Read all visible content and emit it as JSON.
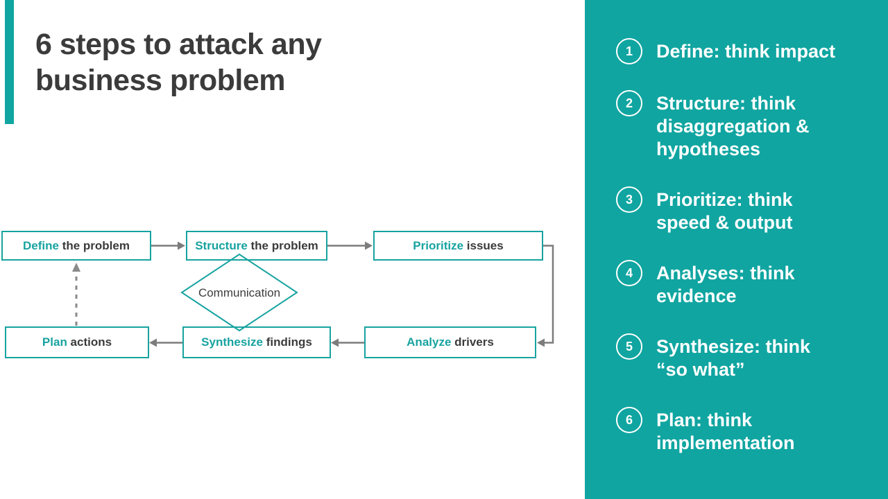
{
  "title": {
    "line1": "6 steps to attack any",
    "line2": "business problem"
  },
  "flowchart": {
    "boxes": [
      {
        "keyword": "Define",
        "rest": " the problem"
      },
      {
        "keyword": "Structure",
        "rest": " the problem"
      },
      {
        "keyword": "Prioritize",
        "rest": " issues"
      },
      {
        "keyword": "Plan",
        "rest": " actions"
      },
      {
        "keyword": "Synthesize",
        "rest": " findings"
      },
      {
        "keyword": "Analyze",
        "rest": " drivers"
      }
    ],
    "diamond_label": "Communication"
  },
  "sidebar": {
    "steps": [
      {
        "number": "1",
        "text": "Define: think impact"
      },
      {
        "number": "2",
        "text": "Structure: think disaggregation & hypotheses"
      },
      {
        "number": "3",
        "text": "Prioritize: think speed & output"
      },
      {
        "number": "4",
        "text": "Analyses: think evidence"
      },
      {
        "number": "5",
        "text": "Synthesize: think “so what”"
      },
      {
        "number": "6",
        "text": "Plan: think implementation"
      }
    ]
  },
  "colors": {
    "teal": "#10a5a1",
    "box_border_teal": "#17a3a0",
    "title_text": "#3b3b3b",
    "arrow_gray": "#7c7c7c",
    "background": "#ffffff",
    "sidebar_text": "#ffffff"
  }
}
